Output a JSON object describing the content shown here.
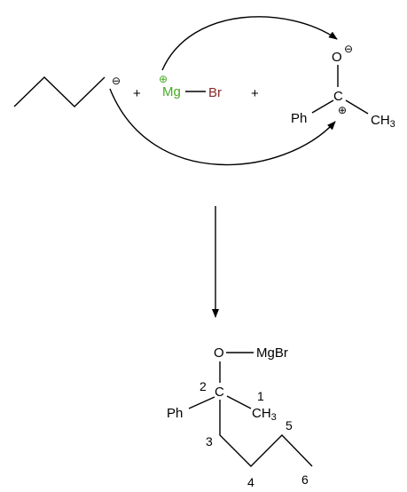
{
  "reactants": {
    "butyl_anion": {
      "charge": "⊖"
    },
    "plus_1": "+",
    "grignard": {
      "charge": "⊕",
      "metal": "Mg",
      "halogen": "Br"
    },
    "plus_2": "+",
    "ketone": {
      "oxygen": "O",
      "oxygen_charge": "⊖",
      "carbon": "C",
      "carbon_charge": "⊕",
      "phenyl": "Ph",
      "methyl_main": "CH",
      "methyl_sub": "3"
    }
  },
  "product": {
    "oxygen": "O",
    "mgbr": "MgBr",
    "carbon": "C",
    "phenyl": "Ph",
    "methyl_main": "CH",
    "methyl_sub": "3",
    "numbers": [
      "1",
      "2",
      "3",
      "4",
      "5",
      "6"
    ]
  },
  "colors": {
    "magnesium": "#44aa22",
    "bromine": "#8b2a2a"
  }
}
